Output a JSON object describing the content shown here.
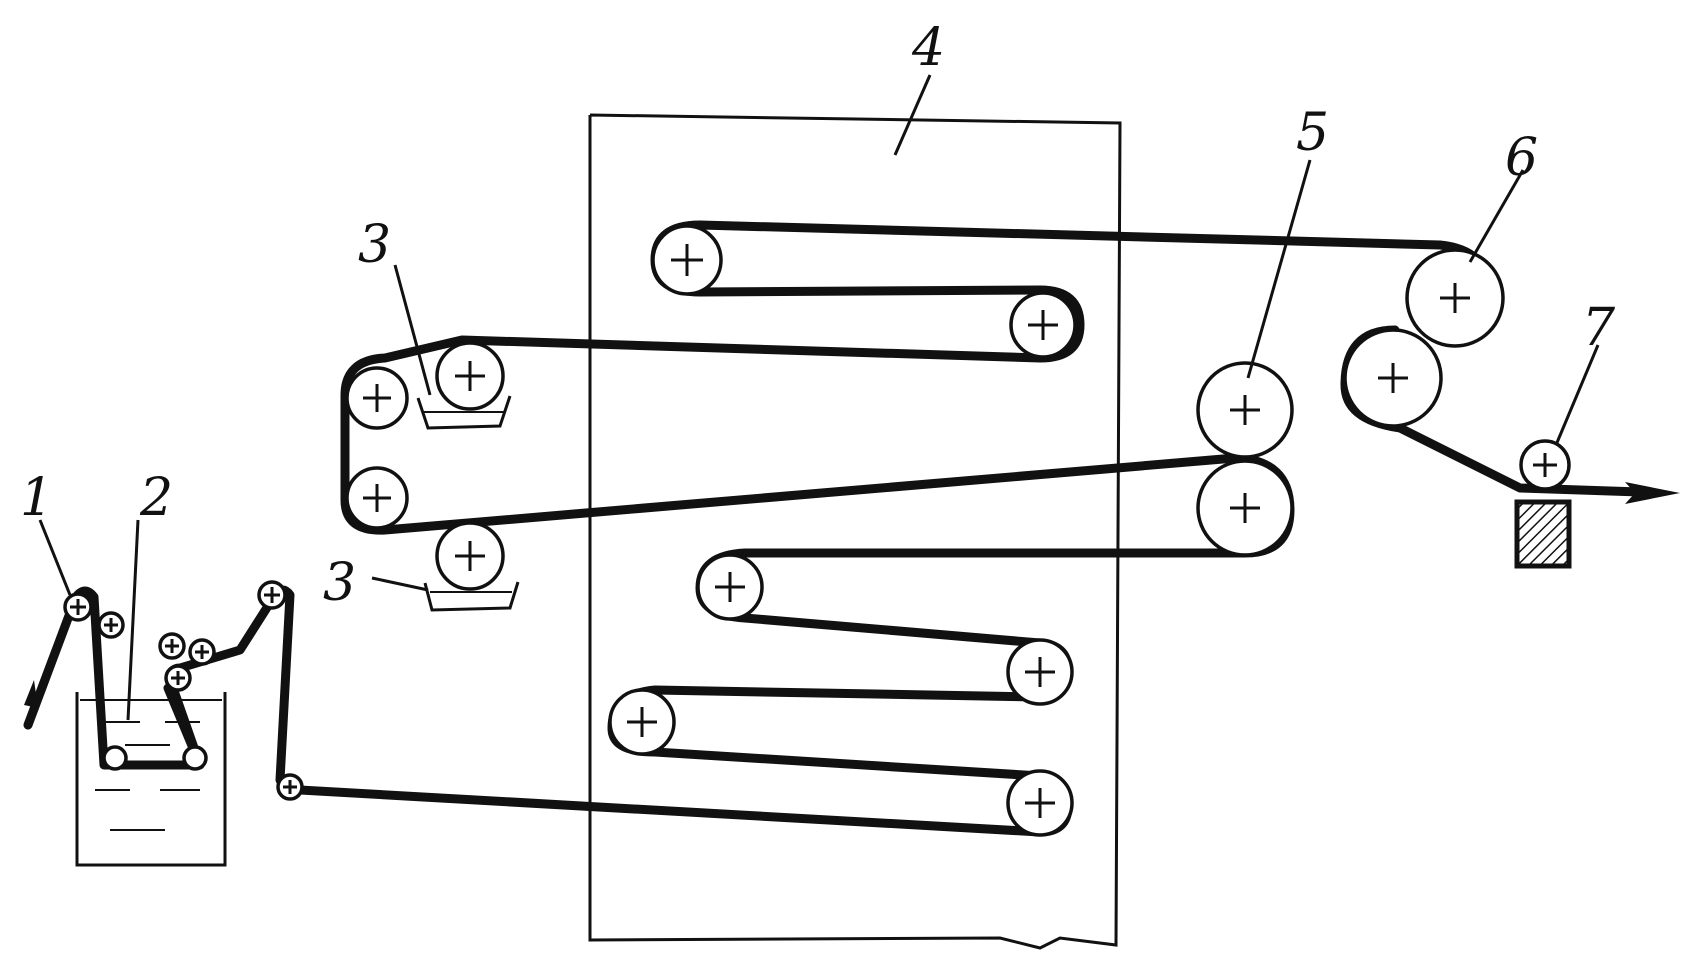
{
  "labels": {
    "l1": "1",
    "l2": "2",
    "l3a": "3",
    "l3b": "3",
    "l4": "4",
    "l5": "5",
    "l6": "6",
    "l7": "7"
  },
  "colors": {
    "ink": "#111111",
    "paper": "#ffffff"
  },
  "icons": {
    "roller": "plus-cross-circle",
    "knife": "hatched-square",
    "arrow": "arrow-right"
  }
}
